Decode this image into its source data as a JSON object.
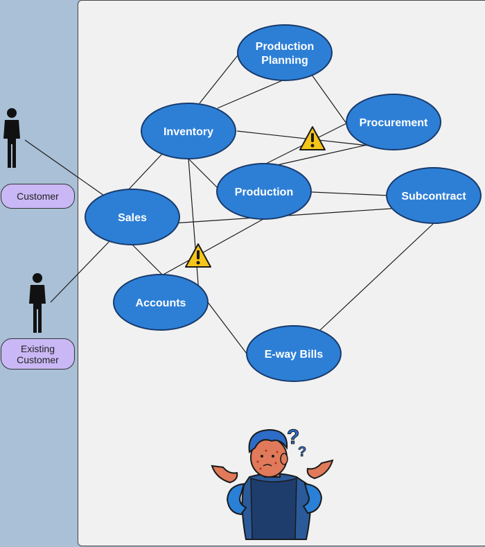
{
  "actors": [
    {
      "id": "customer",
      "label": "Customer"
    },
    {
      "id": "existing-customer",
      "label": "Existing\nCustomer"
    }
  ],
  "modules": [
    {
      "id": "production-planning",
      "lines": [
        "Production",
        "Planning"
      ]
    },
    {
      "id": "inventory",
      "lines": [
        "Inventory"
      ]
    },
    {
      "id": "procurement",
      "lines": [
        "Procurement"
      ]
    },
    {
      "id": "production",
      "lines": [
        "Production"
      ]
    },
    {
      "id": "subcontract",
      "lines": [
        "Subcontract"
      ]
    },
    {
      "id": "sales",
      "lines": [
        "Sales"
      ]
    },
    {
      "id": "accounts",
      "lines": [
        "Accounts"
      ]
    },
    {
      "id": "eway-bills",
      "lines": [
        "E-way Bills"
      ]
    }
  ],
  "connections": [
    [
      "customer",
      "sales"
    ],
    [
      "existing-customer",
      "sales"
    ],
    [
      "inventory",
      "production-planning"
    ],
    [
      "inventory",
      "procurement"
    ],
    [
      "inventory",
      "sales"
    ],
    [
      "inventory",
      "production"
    ],
    [
      "inventory",
      "accounts"
    ],
    [
      "production-planning",
      "procurement"
    ],
    [
      "production",
      "procurement"
    ],
    [
      "production",
      "subcontract"
    ],
    [
      "production",
      "accounts"
    ],
    [
      "production",
      "sales"
    ],
    [
      "sales",
      "accounts"
    ],
    [
      "sales",
      "subcontract"
    ],
    [
      "accounts",
      "eway-bills"
    ],
    [
      "subcontract",
      "eway-bills"
    ]
  ],
  "warnings": 2,
  "colors": {
    "node_fill": "#2d7fd6",
    "node_stroke": "#183a6b",
    "actor_label_bg": "#c9b8f5",
    "left_panel": "#a9c0d6",
    "canvas": "#f1f1f1",
    "warning": "#f5c518"
  },
  "illustration": "confused-person"
}
